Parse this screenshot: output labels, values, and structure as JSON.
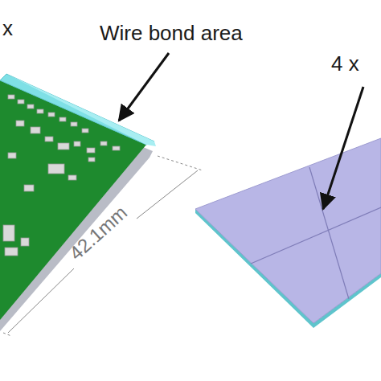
{
  "diagram": {
    "labels": [
      "x",
      "Wire bond area",
      "4 x",
      "42.1mm"
    ]
  }
}
